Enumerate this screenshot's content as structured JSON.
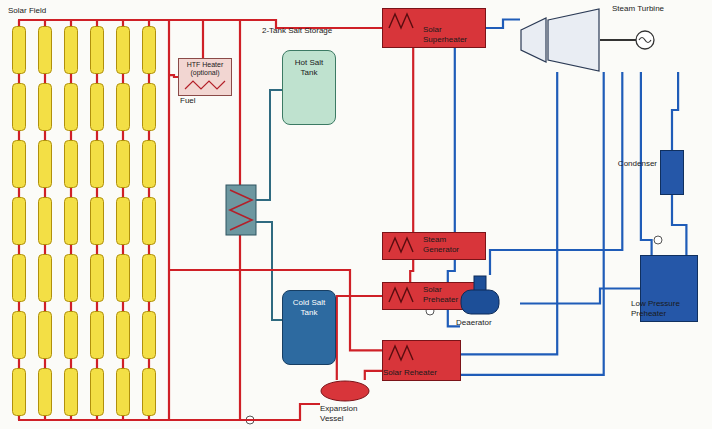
{
  "diagram": {
    "nodes": [
      {
        "text": [
          "Solar Field"
        ]
      },
      {
        "text": [
          "HTF Heater (optional)"
        ]
      },
      {
        "text": [
          "Hot Salt Tank"
        ]
      },
      {
        "text": [
          "Cold Salt Tank"
        ]
      },
      {
        "text": [
          "Solar Superheater"
        ]
      },
      {
        "text": [
          "Steam Generator"
        ]
      },
      {
        "text": [
          "Solar Preheater"
        ]
      },
      {
        "text": [
          "Solar Reheater"
        ]
      },
      {
        "text": [
          "Expansion Vessel"
        ]
      },
      {
        "text": [
          "Steam Turbine"
        ]
      },
      {
        "text": [
          "Condenser"
        ]
      },
      {
        "text": [
          "Deaerator"
        ]
      },
      {
        "text": [
          "Low Pressure Preheater"
        ]
      }
    ],
    "edges": [
      {
        "from": 0,
        "to": 4,
        "arrow": "none"
      },
      {
        "from": 0,
        "to": 1,
        "arrow": "none"
      },
      {
        "from": 4,
        "to": 5,
        "arrow": "none"
      },
      {
        "from": 5,
        "to": 6,
        "arrow": "none"
      },
      {
        "from": 0,
        "to": 7,
        "arrow": "none"
      },
      {
        "from": 6,
        "to": 8,
        "arrow": "none"
      },
      {
        "from": 7,
        "to": 8,
        "arrow": "none"
      },
      {
        "from": 8,
        "to": 0,
        "arrow": "none"
      },
      {
        "from": 6,
        "to": 5,
        "arrow": "none"
      },
      {
        "from": 5,
        "to": 4,
        "arrow": "none"
      },
      {
        "from": 4,
        "to": 9,
        "arrow": "none"
      },
      {
        "from": 9,
        "to": 7,
        "arrow": "none"
      },
      {
        "from": 7,
        "to": 9,
        "arrow": "none"
      },
      {
        "from": 9,
        "to": 10,
        "arrow": "none"
      },
      {
        "from": 10,
        "to": 12,
        "arrow": "none"
      },
      {
        "from": 9,
        "to": 12,
        "arrow": "none"
      },
      {
        "from": 12,
        "to": 11,
        "arrow": "none"
      },
      {
        "from": 9,
        "to": 11,
        "arrow": "none"
      },
      {
        "from": 11,
        "to": 6,
        "arrow": "none"
      }
    ],
    "labels": [
      "2-Tank Salt Storage",
      "Fuel"
    ]
  }
}
